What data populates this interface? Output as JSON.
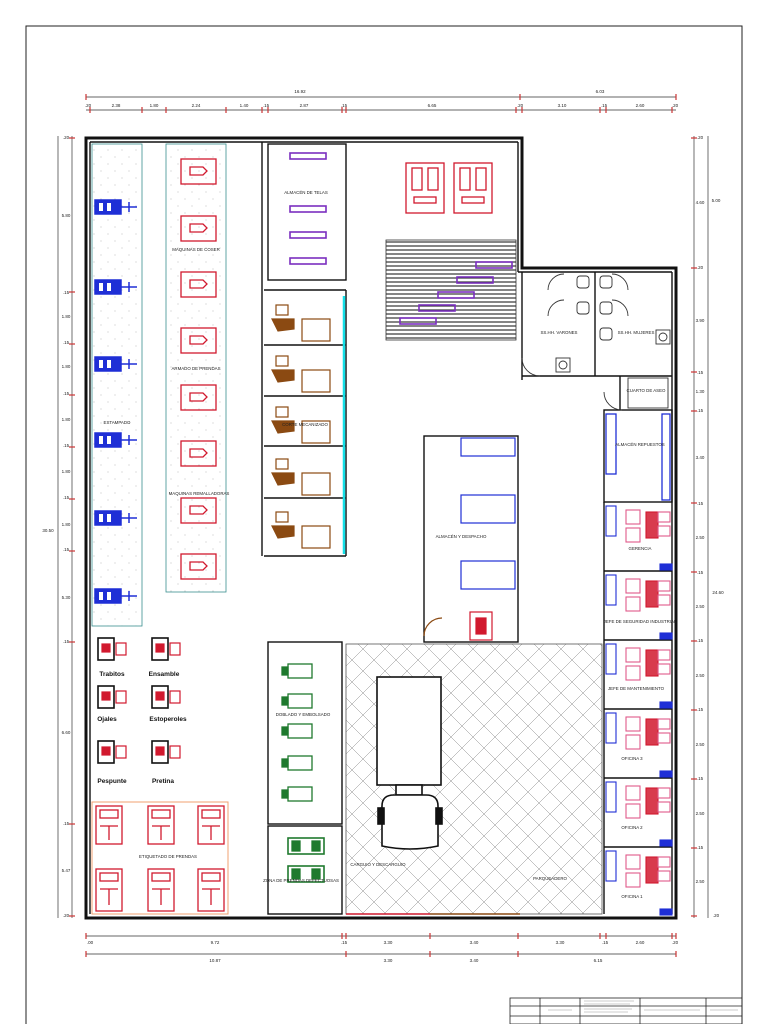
{
  "plan": {
    "top_dims_row1": [
      "16.92",
      "6.03"
    ],
    "top_dims_row2": [
      ".20",
      "2.38",
      "1.80",
      "2.24",
      "1.40",
      ".15",
      "2.87",
      ".15",
      "6.65",
      ".20",
      "3.10",
      ".15",
      "2.60",
      ".20"
    ],
    "bottom_dims_row1": [
      ".00",
      "9.72",
      ".15",
      "3.30",
      "3.40",
      "3.30",
      ".15",
      "2.60",
      ".20"
    ],
    "bottom_dims_row2": [
      "10.87",
      "3.30",
      "3.40",
      "6.15"
    ],
    "left_dims": [
      ".20",
      "5.80",
      ".15",
      "1.80",
      ".15",
      "1.80",
      ".15",
      "1.80",
      ".15",
      "1.80",
      ".15",
      "1.80",
      ".15",
      "5.30",
      ".15",
      "6.60",
      ".15",
      "5.47",
      ".20"
    ],
    "left_total": "30.50",
    "right_dims": [
      ".20",
      "4.60",
      "5.00",
      ".20",
      "3.90",
      ".15",
      "1.30",
      ".15",
      "3.40",
      ".15",
      "2.50",
      ".15",
      "2.50",
      ".15",
      "2.50",
      ".15",
      "2.50",
      ".15",
      "2.50",
      ".15",
      "2.50",
      ".20"
    ],
    "right_total": "24.60",
    "rooms": {
      "estampado": "ESTAMPADO",
      "maquinas_coser": "MAQUINAS DE COSER",
      "armado_prendas": "ARMADO  DE PRENDAS",
      "maquinas_remalladoras": "MAQUINAS REMALLADORAS",
      "almacen_telas": "ALMACÉN DE TELAS",
      "corte_mecanizado": "CORTE MECANIZADO",
      "bano_varones": "SS.HH. VARONES",
      "bano_mujeres": "SS.HH. MUJERES",
      "cuarto_aseo": "CUARTO DE ASEO",
      "almacen_repuestos": "ALMACÉN REPUESTOS",
      "gerencia": "GERENCIA",
      "jefe_seguridad": "JEFE DE SEGURIDAD INDUSTRIAL",
      "jefe_mantenimiento": "JEFE DE MANTENIMIENTO",
      "oficina3": "OFICINA 3",
      "oficina2": "OFICINA 2",
      "oficina1": "OFICINA 1",
      "almacen_despacho": "ALMACÉN Y DESPACHO",
      "doblado_embolsado": "DOBLADO Y EMBOLSADO",
      "zona_defectuosas": "ZONA DE PRENDAS DEFECTUOSAS",
      "carguio": "CARGUIO Y DESCARGUIO",
      "parqueadero": "PARQUEADERO",
      "etiquetado": "ETIQUETADO DE PRENDAS"
    },
    "stations": {
      "trabitos": "Trabitos",
      "ensamble": "Ensamble",
      "ojales": "Ojales",
      "estoperoles": "Estoperoles",
      "pespunte": "Pespunte",
      "pretina": "Pretina"
    },
    "colors": {
      "wall": "#111111",
      "machine_red": "#d1192e",
      "machine_blue": "#1f2fd6",
      "fabric_purple": "#7b2fbf",
      "green_table": "#1f7a2e",
      "desk_brown": "#8b4a12",
      "desk_pink": "#e05a8a",
      "hatch_gray": "#777777",
      "cyan_wall": "#14e0e8",
      "orange_border": "#f0a070",
      "teal_zone": "#3a8f8f"
    }
  }
}
